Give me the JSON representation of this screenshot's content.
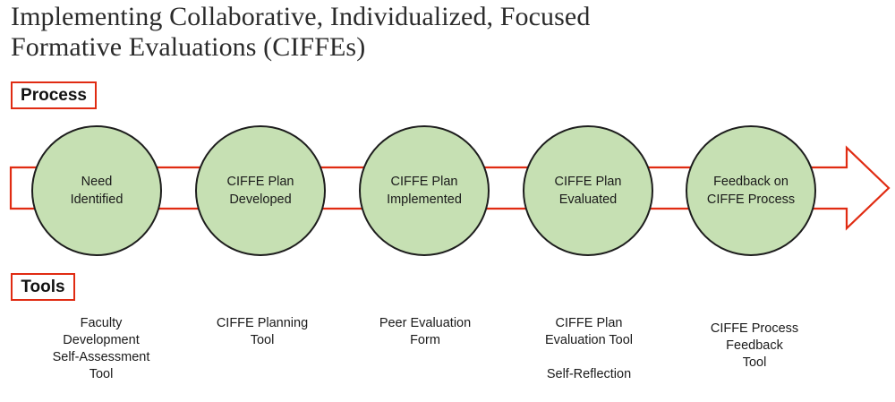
{
  "title": "Implementing Collaborative, Individualized, Focused\nFormative Evaluations (CIFFEs)",
  "sections": {
    "process_label": "Process",
    "tools_label": "Tools"
  },
  "colors": {
    "circle_fill": "#C6E0B3",
    "circle_stroke": "#1d1d1d",
    "arrow_stroke": "#E02B12",
    "label_border": "#E02B12",
    "text": "#1a1a1a",
    "title_text": "#2b2b2b",
    "background": "#ffffff"
  },
  "process": {
    "steps": [
      {
        "label": "Need\nIdentified"
      },
      {
        "label": "CIFFE Plan\nDeveloped"
      },
      {
        "label": "CIFFE Plan\nImplemented"
      },
      {
        "label": "CIFFE Plan\nEvaluated"
      },
      {
        "label": "Feedback on\nCIFFE Process"
      }
    ]
  },
  "tools": {
    "items": [
      {
        "label": "Faculty\nDevelopment\nSelf-Assessment\nTool"
      },
      {
        "label": "CIFFE Planning\nTool"
      },
      {
        "label": "Peer Evaluation\nForm"
      },
      {
        "label": "CIFFE Plan\nEvaluation Tool\n\nSelf-Reflection"
      },
      {
        "label": "CIFFE Process\nFeedback\nTool"
      }
    ]
  }
}
